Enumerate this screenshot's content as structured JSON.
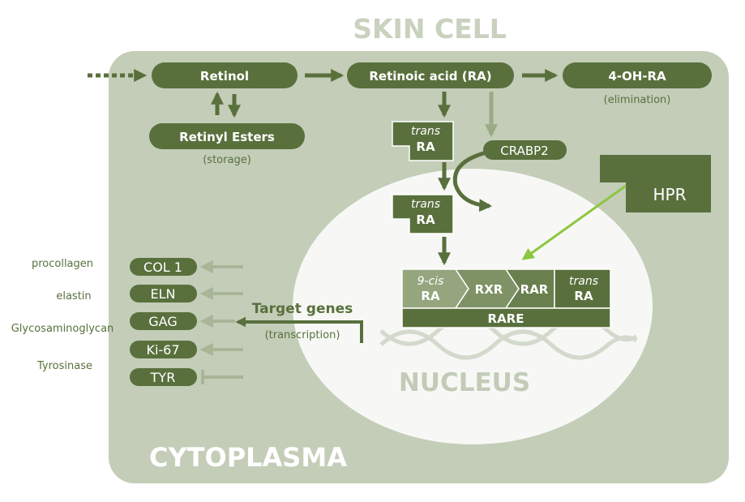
{
  "title": "SKIN CELL",
  "cytoplasm_label": "CYTOPLASMA",
  "nucleus_label": "NUCLEUS",
  "pathway": {
    "retinol": "Retinol",
    "retinoic_acid": "Retinoic acid (RA)",
    "oh_ra": "4-OH-RA",
    "elimination": "(elimination)",
    "retinyl_esters": "Retinyl Esters",
    "storage": "(storage)",
    "crabp2": "CRABP2"
  },
  "trans_ra": {
    "trans": "trans",
    "ra": "RA"
  },
  "receptor": {
    "cis_top": "9-cis",
    "cis_bottom": "RA",
    "rxr": "RXR",
    "rar": "RAR",
    "trans_top": "trans",
    "trans_bottom": "RA",
    "rare": "RARE"
  },
  "hpr": "HPR",
  "target_genes": {
    "title": "Target genes",
    "subtitle": "(transcription)"
  },
  "genes": [
    {
      "code": "COL 1",
      "product": "procollagen"
    },
    {
      "code": "ELN",
      "product": "elastin"
    },
    {
      "code": "GAG",
      "product": "Glycosaminoglycan"
    },
    {
      "code": "Ki-67",
      "product": ""
    },
    {
      "code": "TYR",
      "product": "Tyrosinase"
    }
  ],
  "colors": {
    "dark_green": "#59703d",
    "cell_bg": "#c3cdb8",
    "light_text": "#c9d1bf",
    "hpr_arrow": "#8dc63f"
  }
}
